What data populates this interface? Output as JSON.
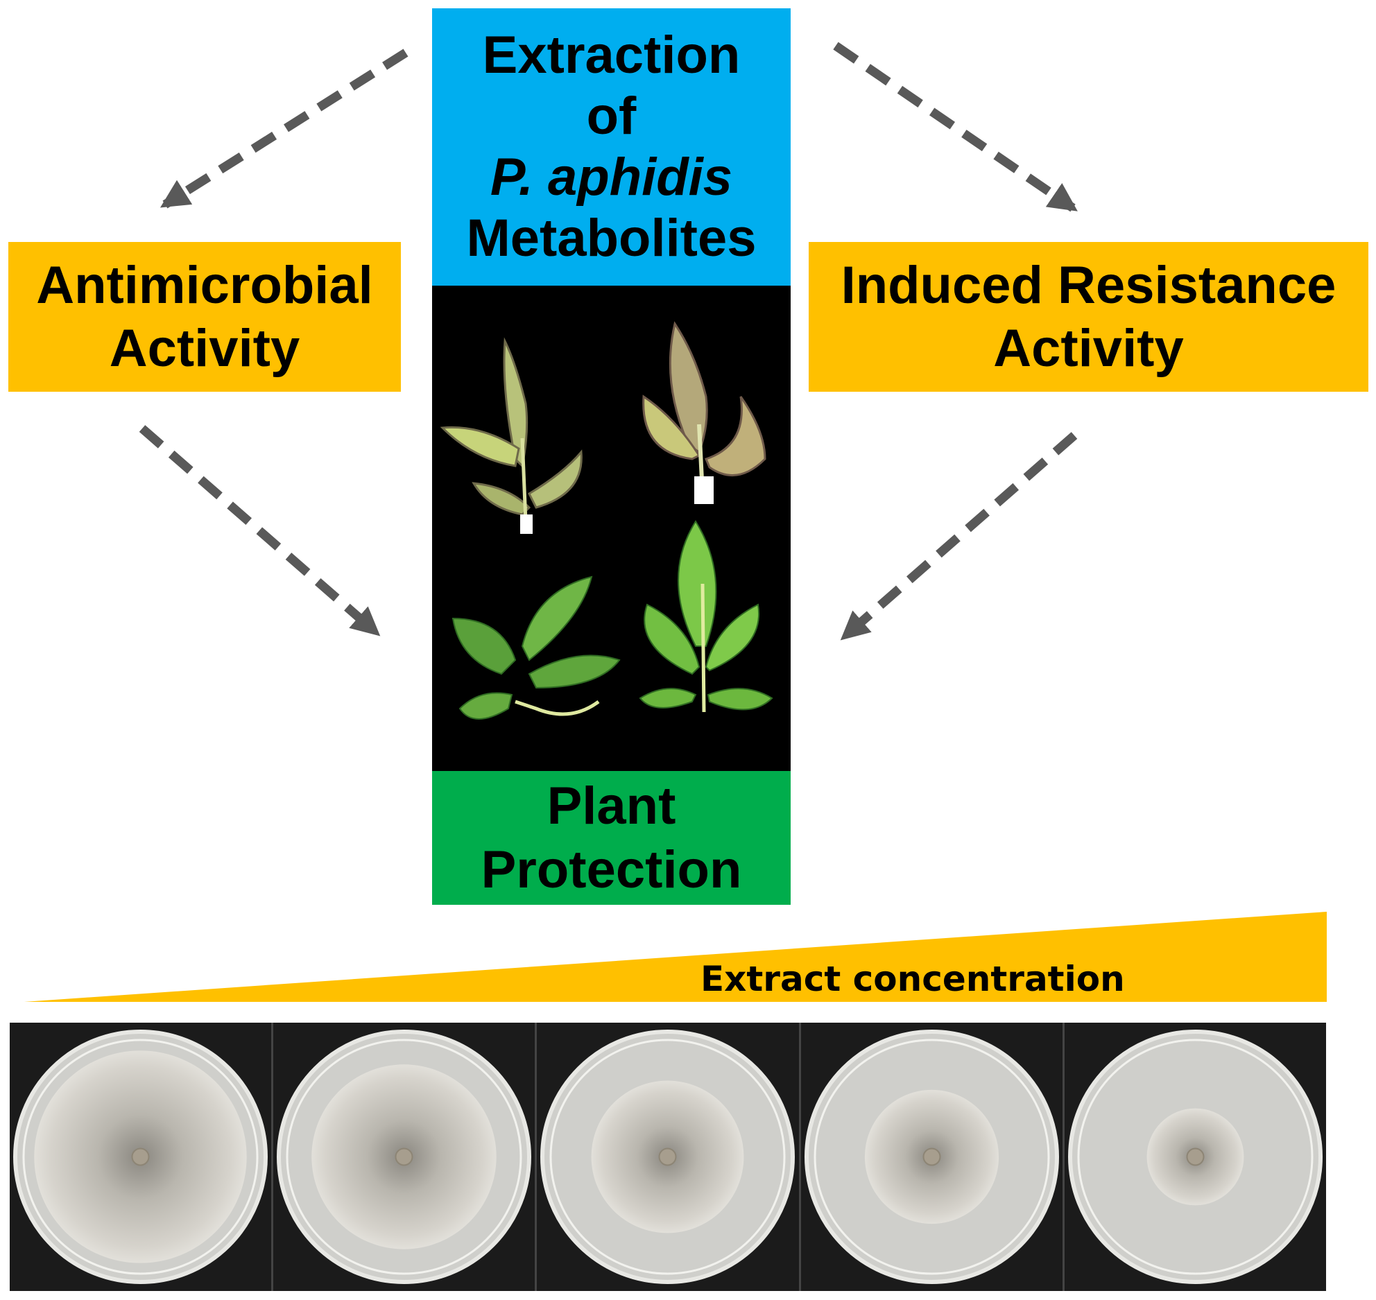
{
  "center": {
    "top_lines": [
      "Extraction",
      "of",
      "P. aphidis",
      "Metabolites"
    ],
    "bottom_lines": [
      "Plant",
      "Protection"
    ],
    "colors": {
      "top": "#00AEEF",
      "bottom": "#00AD4C",
      "photo_bg": "#000000"
    }
  },
  "left_box": {
    "lines": [
      "Antimicrobial",
      "Activity"
    ],
    "color": "#FFC000"
  },
  "right_box": {
    "lines": [
      "Induced Resistance",
      "Activity"
    ],
    "color": "#FFC000"
  },
  "gradient": {
    "label": "Extract concentration",
    "color": "#FFC000"
  },
  "petri_dishes": [
    {
      "label": "",
      "colony_fraction": 0.92
    },
    {
      "label": "",
      "colony_fraction": 0.8
    },
    {
      "label": "",
      "colony_fraction": 0.66
    },
    {
      "label": "",
      "colony_fraction": 0.58
    },
    {
      "label": "",
      "colony_fraction": 0.42
    }
  ],
  "arrow_color": "#595959"
}
